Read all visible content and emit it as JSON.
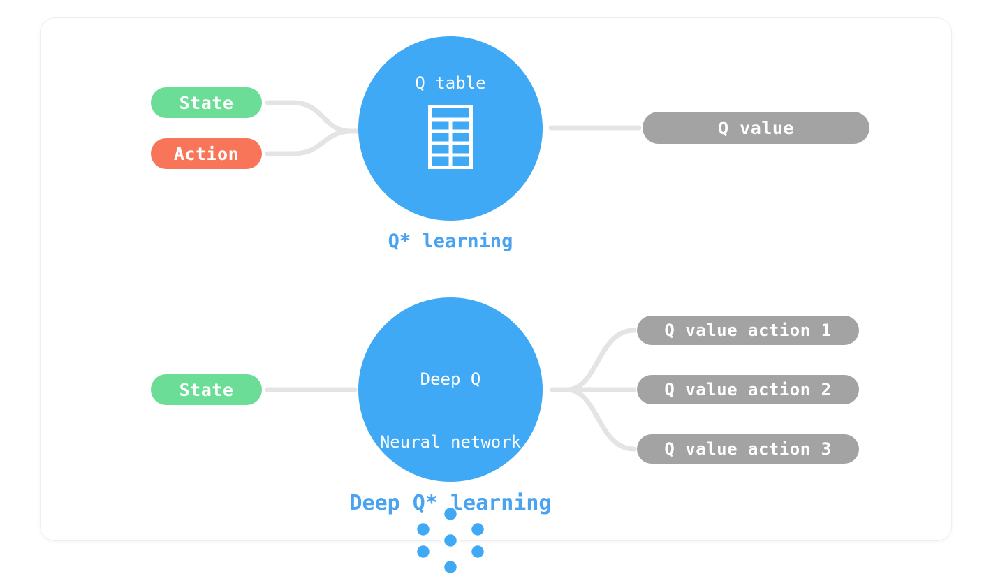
{
  "diagram": {
    "top_row": {
      "inputs": [
        {
          "label": "State",
          "color": "#6bdd96",
          "name": "state"
        },
        {
          "label": "Action",
          "color": "#f97559",
          "name": "action"
        }
      ],
      "node": {
        "title": "Q table",
        "icon": "table-icon",
        "color": "#3fa9f5"
      },
      "outputs": [
        {
          "label": "Q value",
          "color": "#a3a3a3",
          "name": "q-value"
        }
      ],
      "caption": "Q* learning"
    },
    "bottom_row": {
      "inputs": [
        {
          "label": "State",
          "color": "#6bdd96",
          "name": "state"
        }
      ],
      "node": {
        "title_line1": "Deep Q",
        "title_line2": "Neural network",
        "icon": "neural-network-icon",
        "color": "#3fa9f5"
      },
      "outputs": [
        {
          "label": "Q value action 1",
          "color": "#a3a3a3",
          "name": "q-value-action-1"
        },
        {
          "label": "Q value action 2",
          "color": "#a3a3a3",
          "name": "q-value-action-2"
        },
        {
          "label": "Q value action 3",
          "color": "#a3a3a3",
          "name": "q-value-action-3"
        }
      ],
      "caption": "Deep Q* learning"
    },
    "colors": {
      "accent_blue": "#3fa9f5",
      "caption_blue": "#4aa3f0",
      "green": "#6bdd96",
      "orange": "#f97559",
      "gray": "#a3a3a3",
      "connector": "#e4e4e4",
      "card_border": "#eeeeee",
      "background": "#ffffff"
    }
  }
}
